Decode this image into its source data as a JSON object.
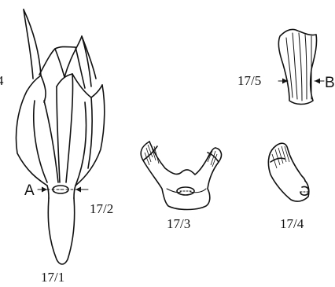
{
  "figures": {
    "fig_1": {
      "label": "17/1"
    },
    "fig_2": {
      "label": "17/2"
    },
    "fig_3": {
      "label": "17/3"
    },
    "fig_4": {
      "label": "17/4"
    },
    "fig_5": {
      "label": "17/5"
    }
  },
  "section_markers": {
    "a": "A",
    "b": "B"
  },
  "edge_fragment": "4"
}
